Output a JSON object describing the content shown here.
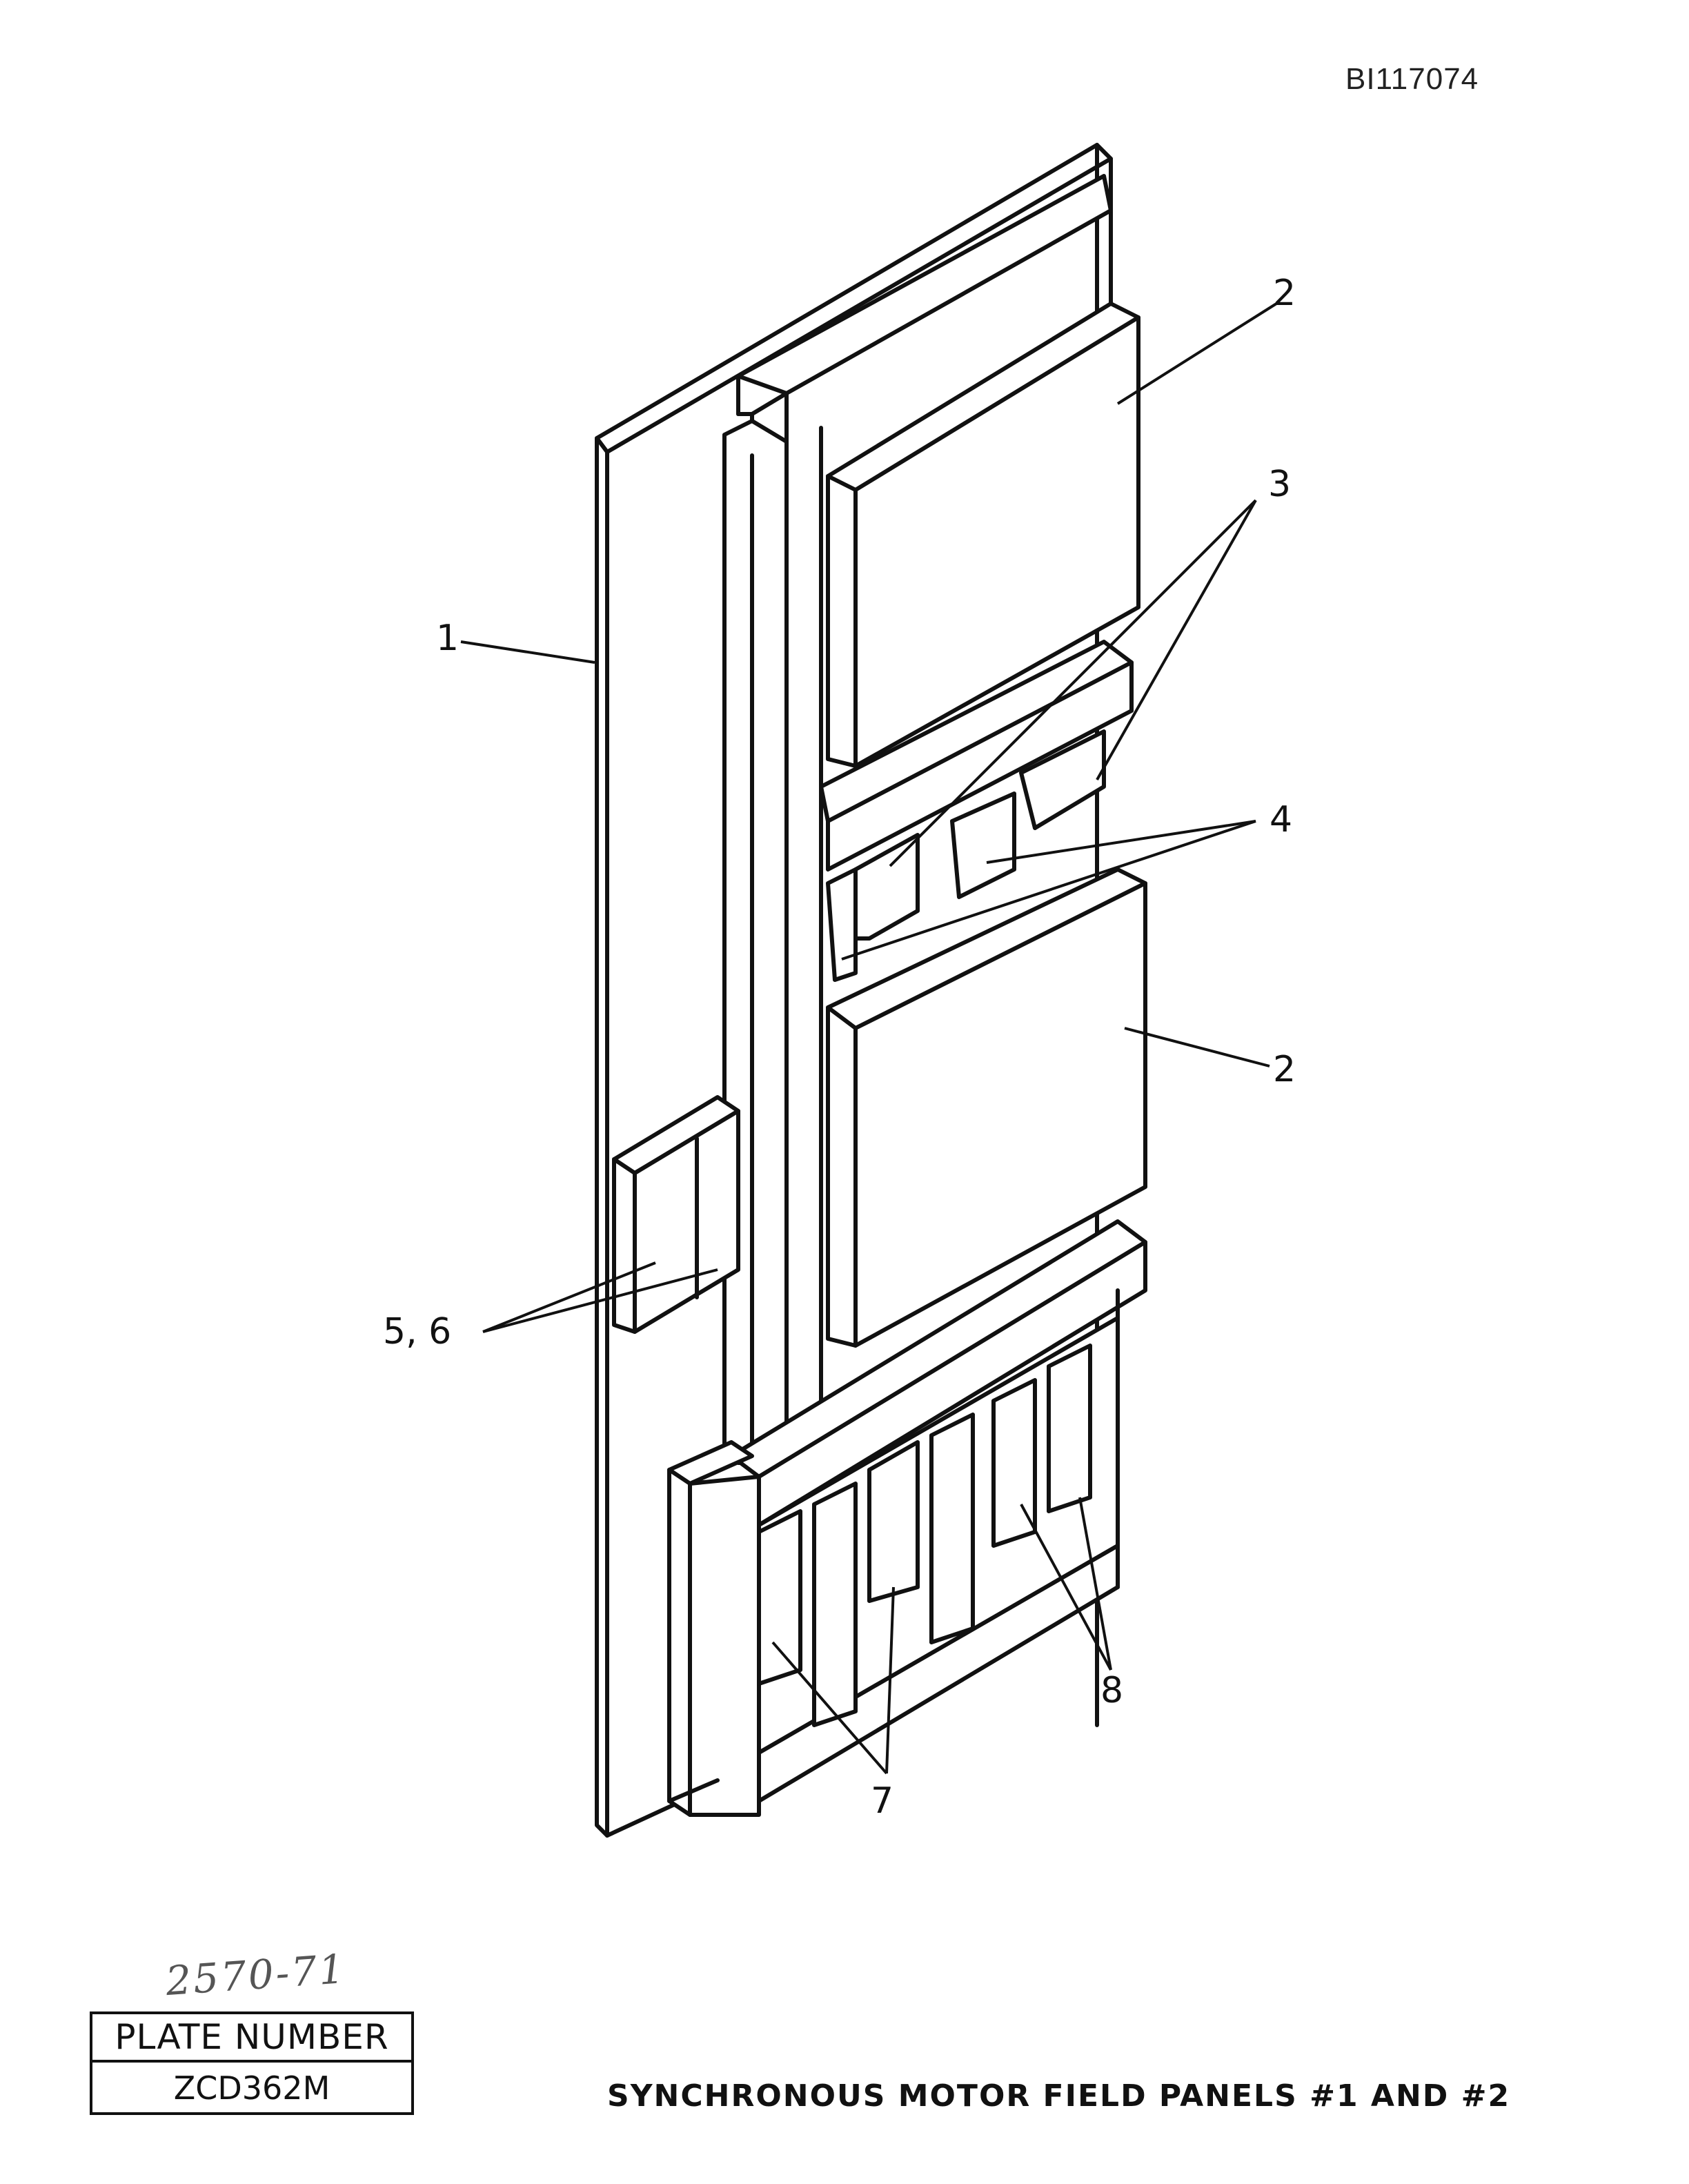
{
  "doc_id": "BI117074",
  "callouts": {
    "c1": "1",
    "c2a": "2",
    "c2b": "2",
    "c3": "3",
    "c4": "4",
    "c56": "5, 6",
    "c7": "7",
    "c8": "8"
  },
  "plate": {
    "label": "PLATE NUMBER",
    "value": "ZCD362M",
    "handwritten_note": "2570-71"
  },
  "title": "SYNCHRONOUS MOTOR FIELD PANELS #1 AND #2"
}
